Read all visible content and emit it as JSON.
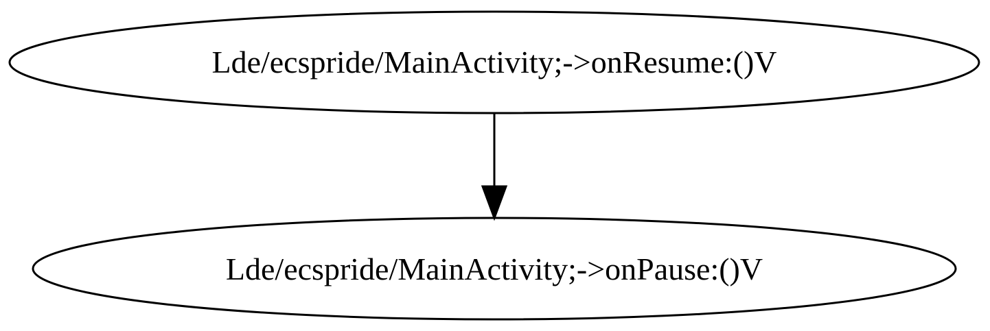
{
  "diagram": {
    "nodes": [
      {
        "id": "onResume",
        "label": "Lde/ecspride/MainActivity;->onResume:()V"
      },
      {
        "id": "onPause",
        "label": "Lde/ecspride/MainActivity;->onPause:()V"
      }
    ],
    "edges": [
      {
        "from": "onResume",
        "to": "onPause"
      }
    ],
    "colors": {
      "stroke": "#000000",
      "background": "#ffffff"
    }
  }
}
